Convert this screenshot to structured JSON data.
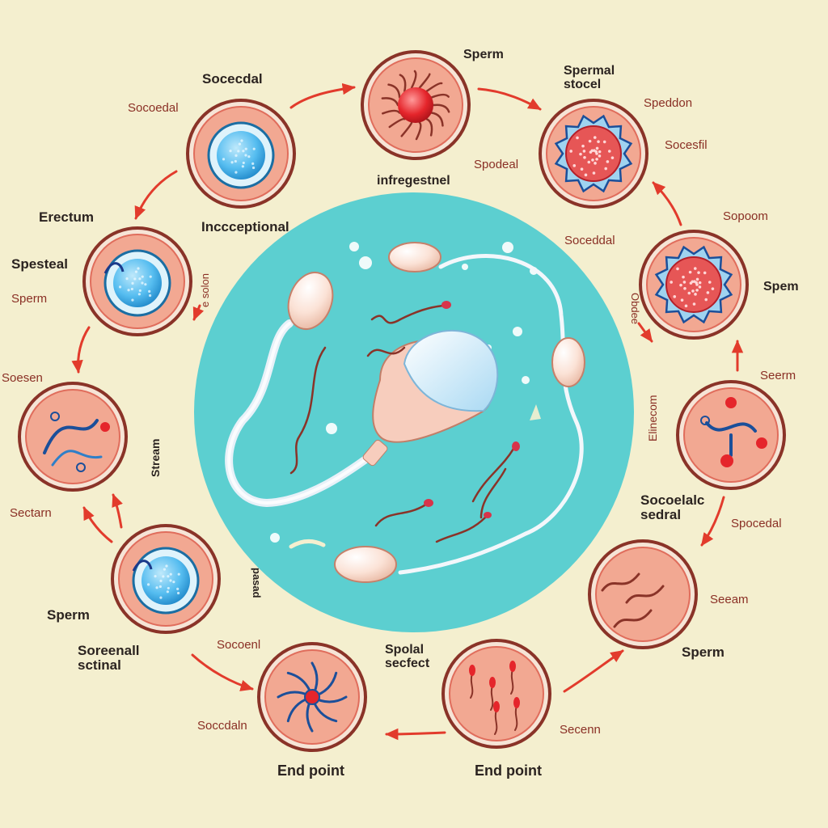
{
  "colors": {
    "background": "#f4efcf",
    "center_circle": "#5ccfd0",
    "node_fill": "#f2a892",
    "node_ring": "#8a3328",
    "arrow": "#e23b2c",
    "egg_blue": "#4fb6ea",
    "nucleus_red": "#e5252b"
  },
  "labels": {
    "sperm_top": "Sperm",
    "spermal_stocel": "Spermal\nstocel",
    "socecdal_top": "Socecdal",
    "socoedal_left": "Socoedal",
    "infregestnel": "infregestnel",
    "spodeal": "Spodeal",
    "speddon": "Speddon",
    "socesfil": "Socesfil",
    "erectum": "Erectum",
    "inccceptional": "Inccceptional",
    "sopoom": "Sopoom",
    "soceddal": "Soceddal",
    "spesteal": "Spesteal",
    "sperm_left": "Sperm",
    "e_solon": "e solon",
    "spem_right": "Spem",
    "obdee": "Obdee",
    "soesen": "Soesen",
    "seerm": "Seerm",
    "stream": "Stream",
    "elinecom": "Elinecom",
    "socoelalc_sedral": "Socoelalc\nsedral",
    "sectarn": "Sectarn",
    "spocedal": "Spocedal",
    "pasad": "pasad",
    "seeam": "Seeam",
    "sperm_lowleft": "Sperm",
    "sperm_lowright": "Sperm",
    "soreenall_sctinal": "Soreenall\nsctinal",
    "socoenl": "Socoenl",
    "spolal_secfect": "Spolal\nsecfect",
    "soccdaln": "Soccdaln",
    "secenn": "Secenn",
    "end_point_left": "End point",
    "end_point_right": "End point"
  }
}
